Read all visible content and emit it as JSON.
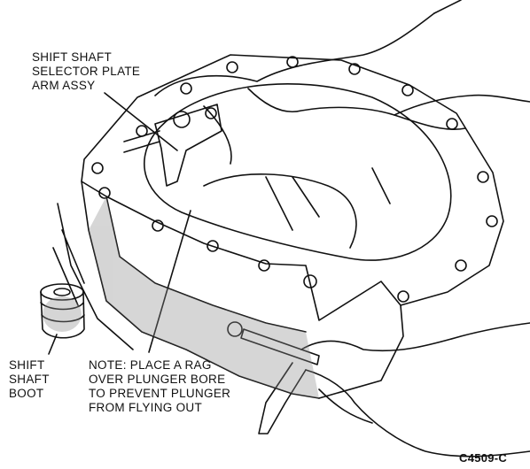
{
  "labels": {
    "selector_plate": [
      "SHIFT SHAFT",
      "SELECTOR PLATE",
      "ARM ASSY"
    ],
    "shaft_boot": [
      "SHIFT",
      "SHAFT",
      "BOOT"
    ],
    "note": [
      "NOTE: PLACE A RAG",
      "OVER PLUNGER BORE",
      "TO PREVENT PLUNGER",
      "FROM FLYING OUT"
    ],
    "figure_code": "C4509-C"
  },
  "colors": {
    "ink": "#111111",
    "paper": "#ffffff",
    "shade": "#8a8a8a"
  }
}
